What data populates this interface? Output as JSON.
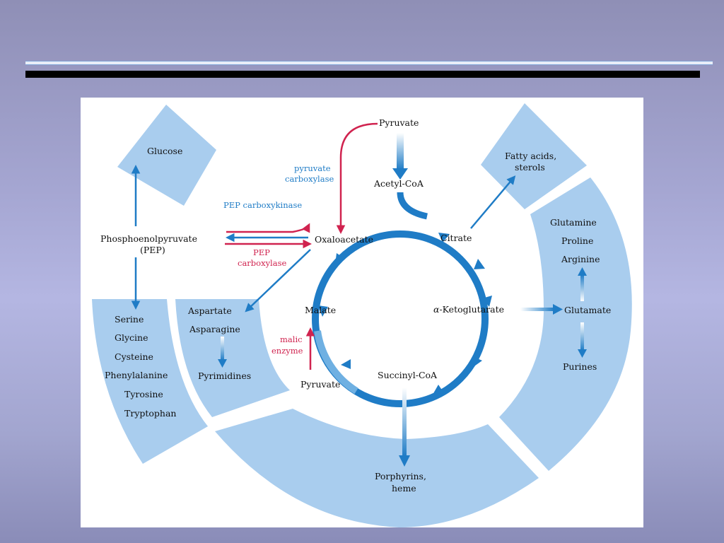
{
  "colors": {
    "background": "#a5a6d2",
    "panel_fill": "#a9cdee",
    "blue_arrow": "#1f7cc6",
    "red_arrow": "#d0234f"
  },
  "boxes": {
    "glucose": "Glucose",
    "fatty_acids": [
      "Fatty acids,",
      "sterols"
    ],
    "amino_acids_left": [
      "Serine",
      "Glycine",
      "Cysteine",
      "Phenylalanine",
      "Tyrosine",
      "Tryptophan"
    ],
    "aspartate_group": [
      "Aspartate",
      "Asparagine",
      "Pyrimidines"
    ],
    "right_group": [
      "Glutamine",
      "Proline",
      "Arginine",
      "Glutamate",
      "Purines"
    ],
    "porphyrins": [
      "Porphyrins,",
      "heme"
    ]
  },
  "metabolites": {
    "pyruvate_top": "Pyruvate",
    "acetyl_coa": "Acetyl-CoA",
    "pep": [
      "Phosphoenolpyruvate",
      "(PEP)"
    ],
    "oxaloacetate": "Oxaloacetate",
    "citrate": "Citrate",
    "alpha_kg_symbol": "α",
    "alpha_kg": "-Ketoglutarate",
    "succinyl_coa": "Succinyl-CoA",
    "malate": "Malate",
    "pyruvate_bottom": "Pyruvate"
  },
  "enzymes": {
    "pyruvate_carboxylase": [
      "pyruvate",
      "carboxylase"
    ],
    "pep_carboxykinase": "PEP carboxykinase",
    "pep_carboxylase": [
      "PEP",
      "carboxylase"
    ],
    "malic_enzyme": [
      "malic",
      "enzyme"
    ]
  }
}
